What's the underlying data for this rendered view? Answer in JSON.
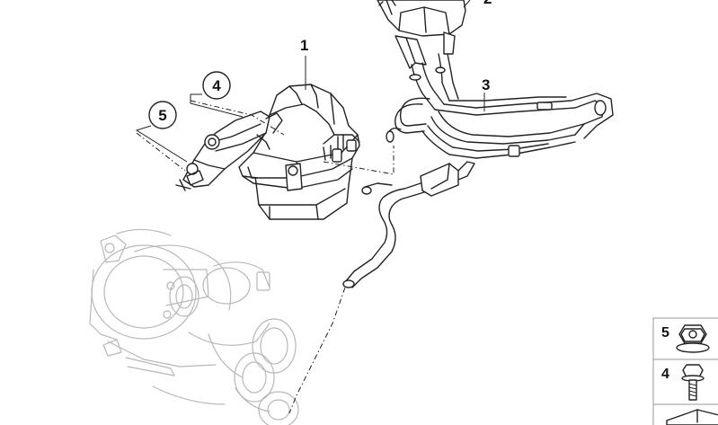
{
  "callouts": {
    "c1": "1",
    "c2": "2",
    "c3": "3",
    "c4": "4",
    "c5": "5"
  },
  "legend": [
    {
      "number": "5",
      "icon": "flange-nut-icon"
    },
    {
      "number": "4",
      "icon": "hex-bolt-icon"
    },
    {
      "number": "",
      "icon": "pipe-clip-icon"
    }
  ]
}
